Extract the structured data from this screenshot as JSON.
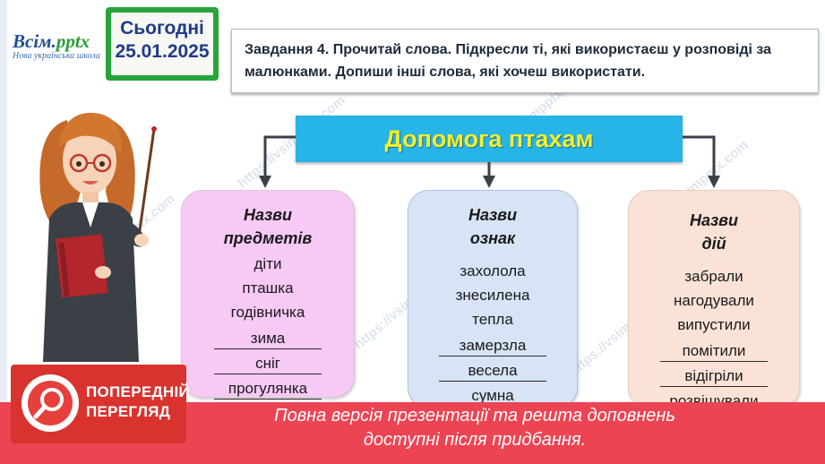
{
  "logo": {
    "brand_main": "Всім.",
    "brand_accent": "pptx",
    "subtitle": "Нова українська школа"
  },
  "date": {
    "label": "Сьогодні",
    "value": "25.01.2025"
  },
  "task": {
    "text": "Завдання 4. Прочитай слова. Підкресли ті, які використаєш у розповіді за малюнками. Допиши інші слова, які хочеш використати."
  },
  "title": "Допомога птахам",
  "columns": [
    {
      "heading_line1": "Назви",
      "heading_line2": "предметів",
      "words": [
        "діти",
        "пташка",
        "годівничка"
      ],
      "underlined_words": [
        "зима",
        "сніг",
        "прогулянка"
      ]
    },
    {
      "heading_line1": "Назви",
      "heading_line2": "ознак",
      "words": [
        "захолола",
        "знесилена",
        "тепла"
      ],
      "underlined_words": [
        "замерзла",
        "весела",
        "сумна"
      ]
    },
    {
      "heading_line1": "Назви",
      "heading_line2": "дій",
      "words": [
        "забрали",
        "нагодували",
        "випустили"
      ],
      "underlined_words": [
        "помітили",
        "відігріли",
        "розвішували"
      ]
    }
  ],
  "watermark": "https://vsimpptx.com",
  "preview": {
    "badge_line1": "ПОПЕРЕДНІЙ",
    "badge_line2": "ПЕРЕГЛЯД",
    "notice_line1": "Повна версія презентації та решта доповнень",
    "notice_line2": "доступні після придбання."
  },
  "colors": {
    "date_frame": "#27a53a",
    "banner_bg": "#27b4e6",
    "banner_text": "#f6ee2a",
    "col1_bg": "#f7c9f5",
    "col2_bg": "#d7e4f6",
    "col3_bg": "#fbe2d6",
    "footer_bg": "#ec4452"
  }
}
